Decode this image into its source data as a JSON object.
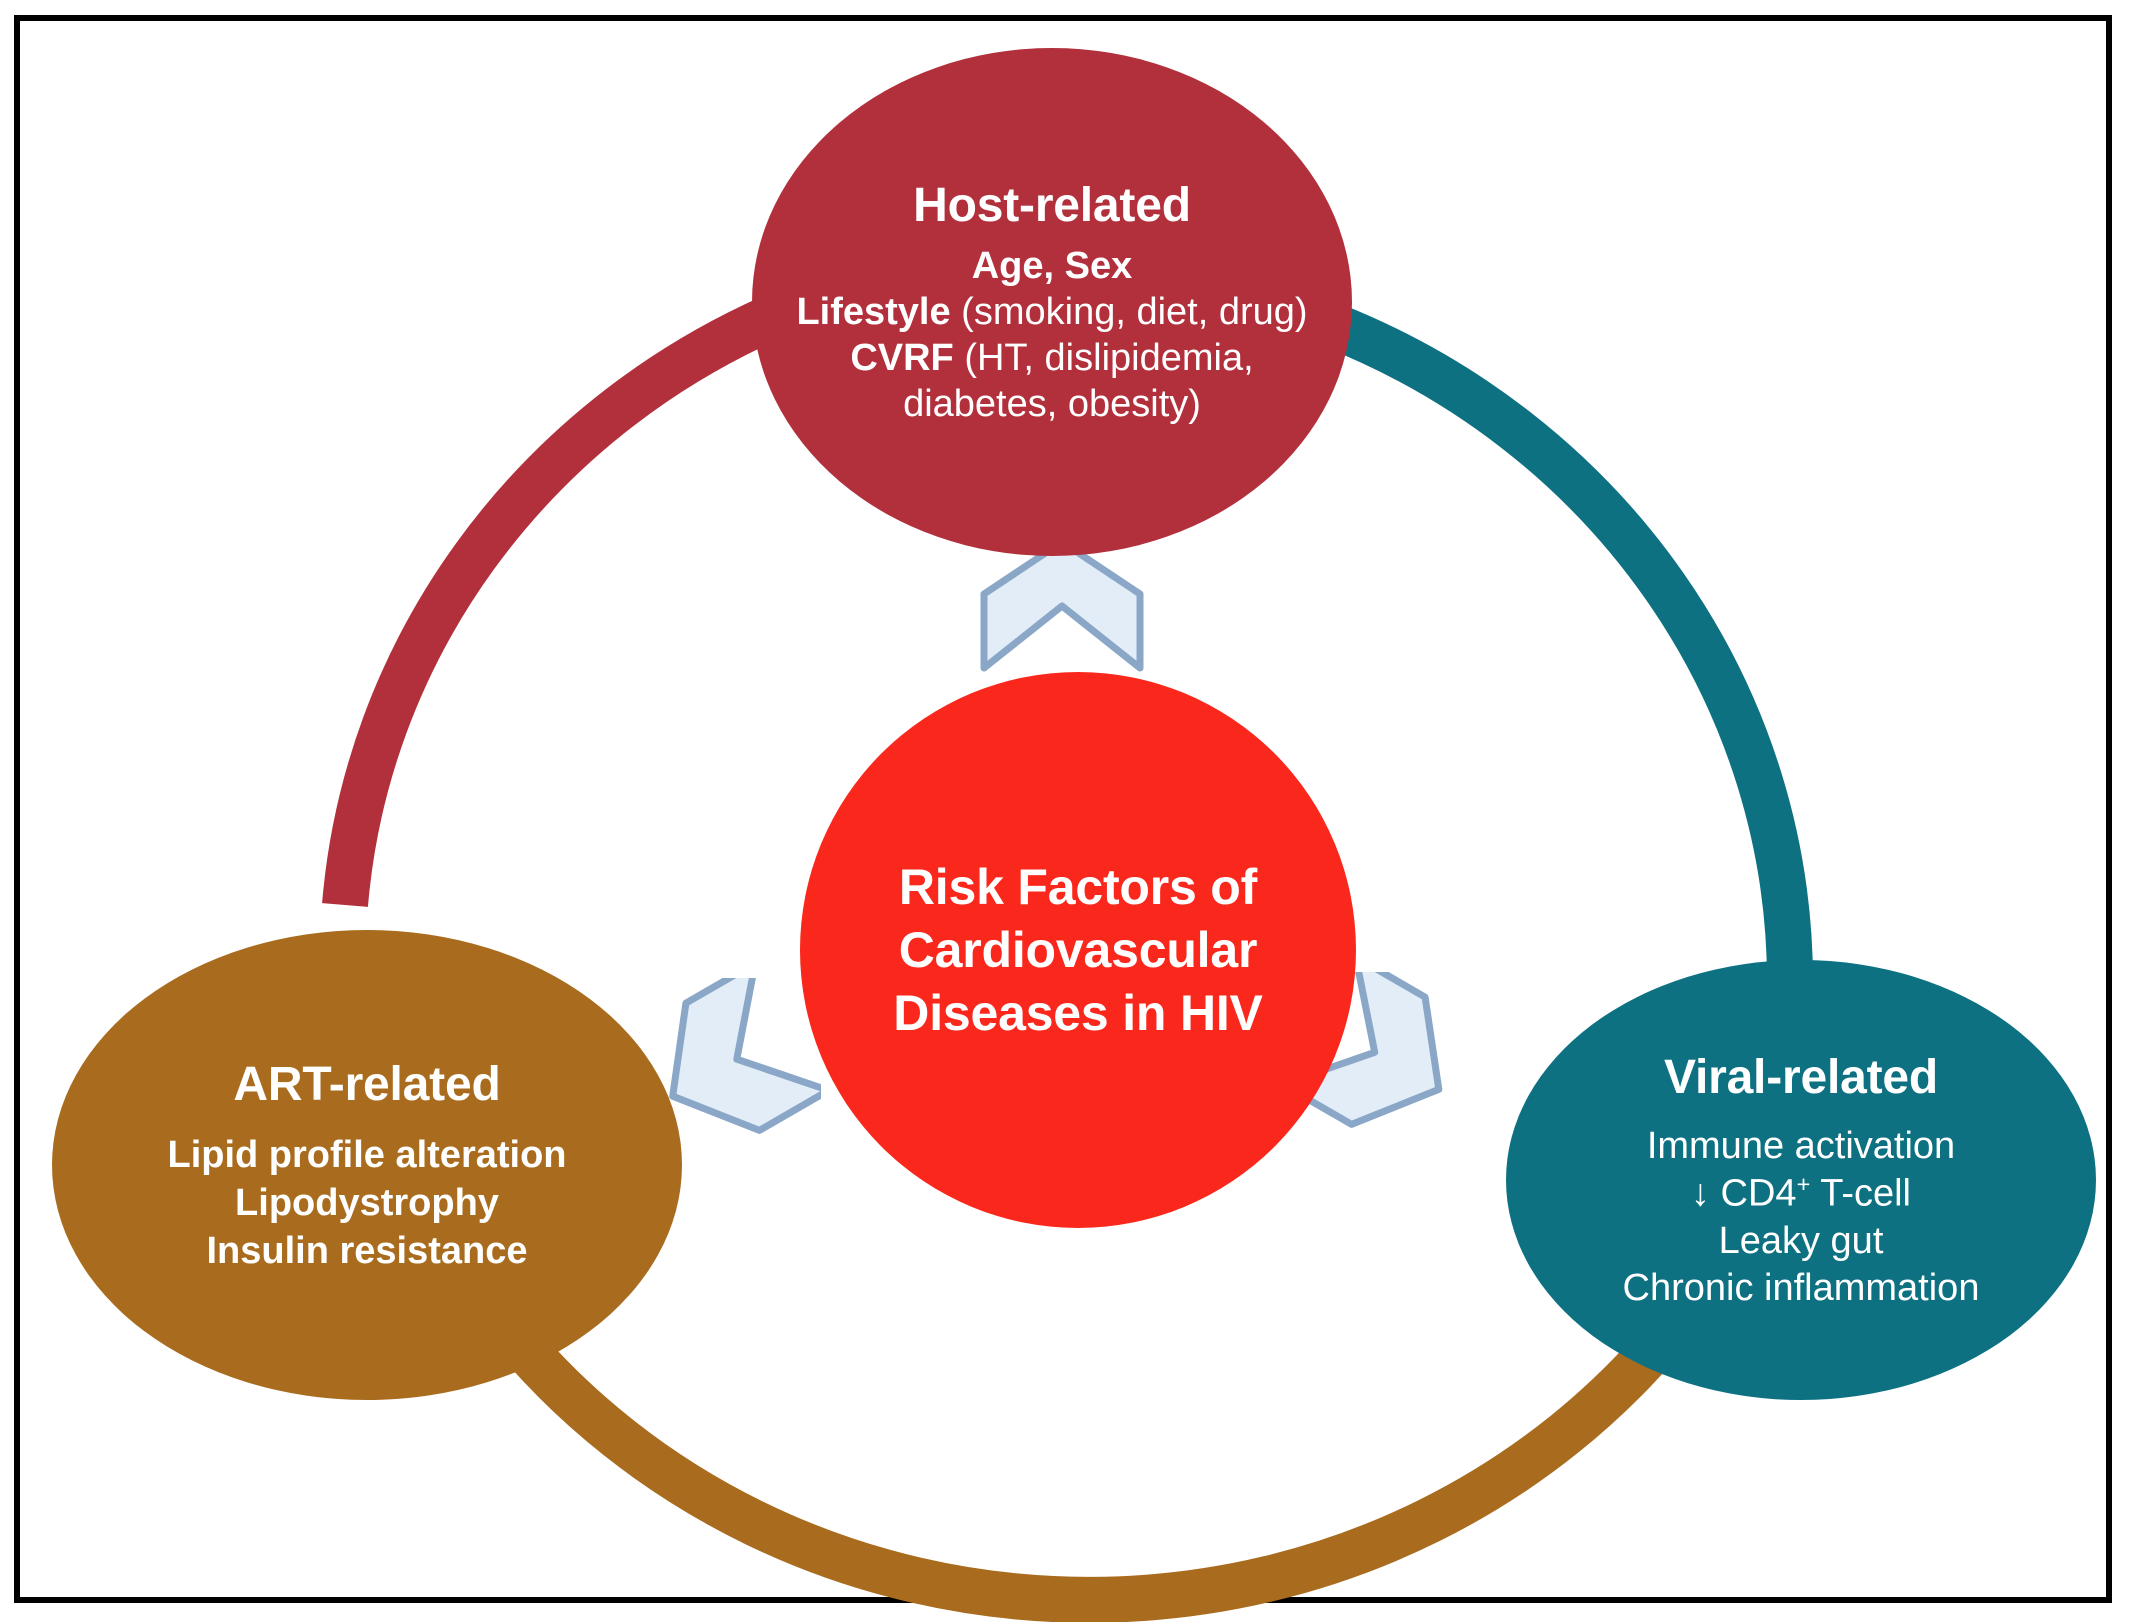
{
  "figure": {
    "title": "Risk Factors of Cardiovascular Diseases in HIV",
    "border_color": "#000000",
    "background": "#ffffff"
  },
  "center": {
    "label": "center-concept",
    "color": "#fa281c",
    "line1": "Risk Factors of",
    "line2": "Cardiovascular",
    "line3": "Diseases in HIV"
  },
  "nodes": {
    "host": {
      "title": "Host-related",
      "color": "#b2303c",
      "lines": [
        {
          "bold": "Age, Sex",
          "rest": ""
        },
        {
          "bold": "Lifestyle",
          "rest": " (smoking, diet, drug)"
        },
        {
          "bold": "CVRF",
          "rest": " (HT, dislipidemia,"
        },
        {
          "bold": "",
          "rest": "diabetes, obesity)"
        }
      ]
    },
    "art": {
      "title": "ART-related",
      "color": "#a96c1e",
      "lines": [
        "Lipid profile alteration",
        "Lipodystrophy",
        "Insulin resistance"
      ]
    },
    "viral": {
      "title": "Viral-related",
      "color": "#0d7182",
      "lines": [
        "Immune activation",
        "↓ CD4",
        "Leaky gut",
        "Chronic inflammation"
      ],
      "cd4_superscript": "+",
      "cd4_suffix": " T-cell"
    }
  },
  "arrows": {
    "fill": "#e2edf8",
    "stroke": "#8aa7c7",
    "top": "chevron-up",
    "left": "chevron-down-left",
    "right": "chevron-down-right"
  },
  "ring": {
    "segments": [
      {
        "name": "host-to-art",
        "color": "#b2303c"
      },
      {
        "name": "host-to-viral",
        "color": "#0d7182"
      },
      {
        "name": "art-to-viral",
        "color": "#a96c1e"
      }
    ],
    "stroke_width": 46
  }
}
